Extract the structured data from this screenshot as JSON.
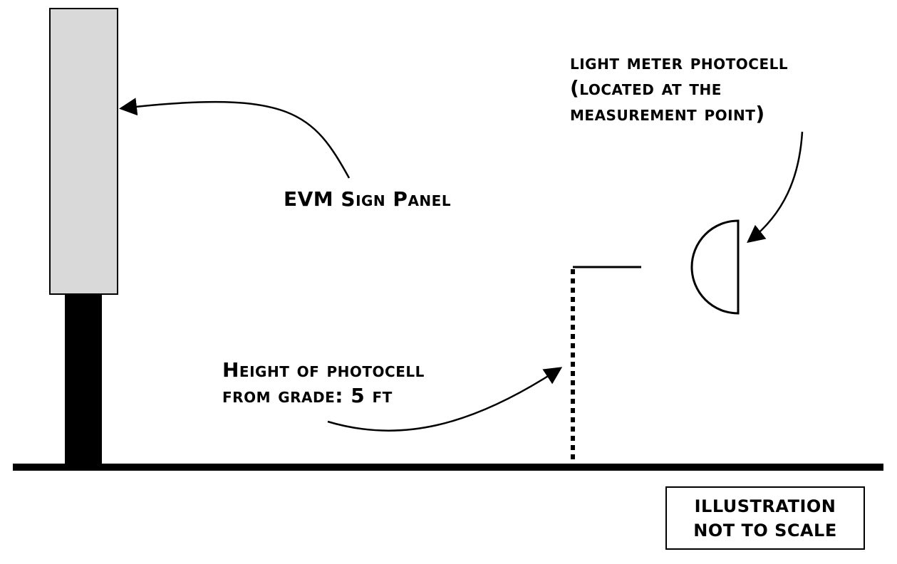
{
  "labels": {
    "sign_panel": "EVM Sign Panel",
    "photocell": {
      "line1": "light meter photocell",
      "line2": "(located at the",
      "line3": "measurement point)"
    },
    "height": {
      "line1": "Height of photocell",
      "line2": "from grade:  5 ft"
    },
    "scale_note": {
      "line1": "ILLUSTRATION",
      "line2": "NOT TO SCALE"
    }
  },
  "colors": {
    "panel_fill": "#d9d9d9",
    "ink": "#000000"
  }
}
